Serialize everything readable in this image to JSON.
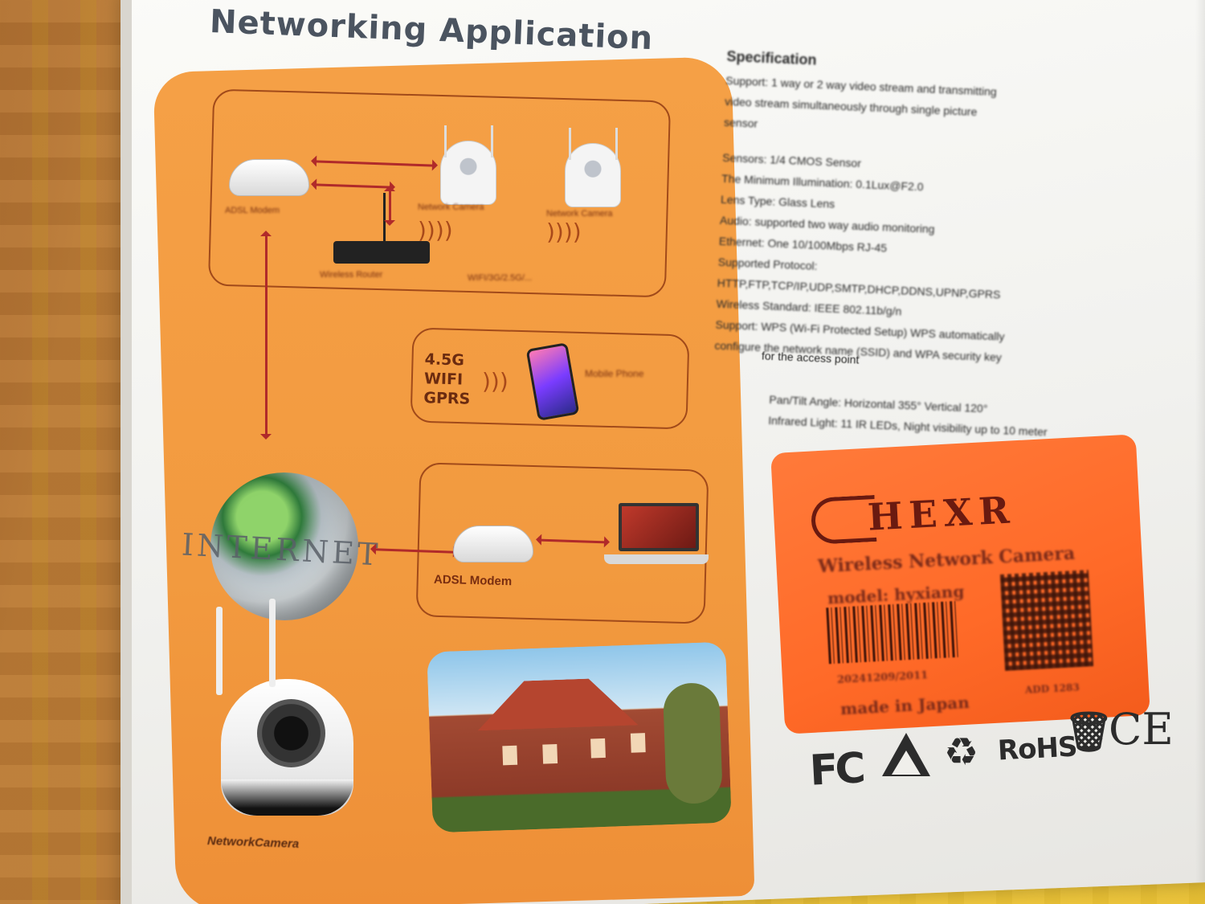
{
  "title": "Networking Application",
  "diagram": {
    "network_label_lines": [
      "4.5G",
      "WIFI",
      "GPRS"
    ],
    "internet_word": "INTERNET",
    "adsl_modem_label": "ADSL Modem",
    "network_camera_label": "NetworkCamera",
    "mobile_phone_label": "Mobile Phone",
    "top_group_labels": [
      "ADSL Modem",
      "Network Camera",
      "Network Camera",
      "Wireless Router",
      "WIFI/3G/2.5G/..."
    ]
  },
  "specification": {
    "heading": "Specification",
    "lines": [
      "Support: 1 way or 2 way video stream and transmitting",
      "video stream simultaneously through single picture",
      "sensor",
      "",
      "Sensors: 1/4 CMOS Sensor",
      "The Minimum Illumination: 0.1Lux@F2.0",
      "Lens Type: Glass Lens",
      "Audio: supported two way audio monitoring",
      "Ethernet: One 10/100Mbps RJ-45",
      "Supported Protocol:",
      "HTTP,FTP,TCP/IP,UDP,SMTP,DHCP,DDNS,UPNP,GPRS",
      "Wireless Standard: IEEE 802.11b/g/n",
      "Support: WPS (Wi-Fi Protected Setup) WPS automatically",
      "configure the network name (SSID) and WPA security key",
      "for the access point"
    ],
    "pan_tilt": "Pan/Tilt Angle: Horizontal 355°  Vertical 120°",
    "infrared": "Infrared Light: 11 IR LEDs, Night visibility up to 10 meter"
  },
  "sticker": {
    "brand": "HEXR",
    "subtitle": "Wireless Network Camera",
    "model": "model: hyxiang",
    "serial": "20241209/2011",
    "made_in": "made in Japan",
    "code_small": "ADD 1283"
  },
  "certifications": [
    "FC",
    "RoHS",
    "CE"
  ]
}
